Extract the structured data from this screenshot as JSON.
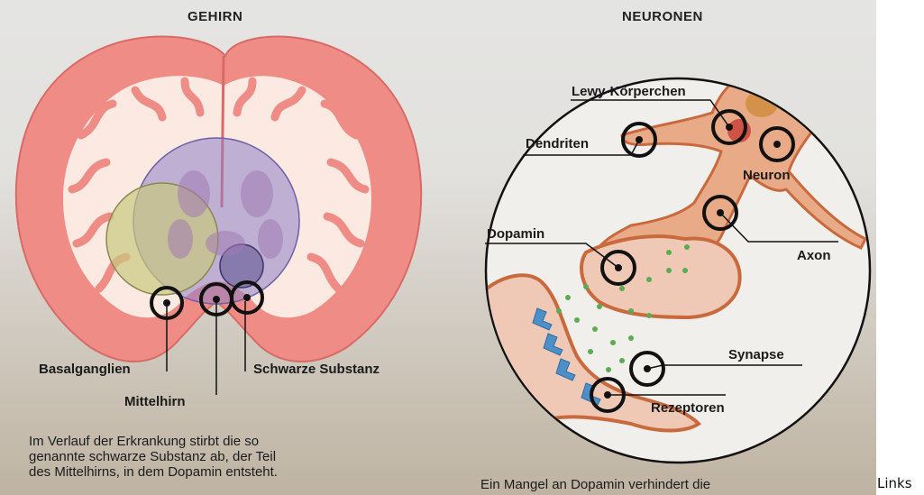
{
  "brain": {
    "heading": "GEHIRN",
    "labels": {
      "basalganglien": "Basalganglien",
      "mittelhirn": "Mittelhirn",
      "schwarze_substanz": "Schwarze Substanz"
    },
    "caption": [
      "Im Verlauf der Erkrankung stirbt die so",
      "genannte schwarze Substanz ab, der Teil",
      "des Mittelhirns, in dem Dopamin entsteht."
    ]
  },
  "neurons": {
    "heading": "NEURONEN",
    "labels": {
      "lewy": "Lewy-Körperchen",
      "dendriten": "Dendriten",
      "neuron": "Neuron",
      "axon": "Axon",
      "dopamin": "Dopamin",
      "synapse": "Synapse",
      "rezeptoren": "Rezeptoren"
    },
    "caption": "Ein Mangel an Dopamin verhindert die"
  },
  "trailing_text": "Links",
  "colors": {
    "cortex": "#ef8c86",
    "white_matter": "#fbe9e2",
    "circle_purple": "#8e7fc6",
    "circle_yellow": "#c9c87f",
    "neuron_body": "#e9ab87",
    "neuron_outline": "#c96a3e",
    "dopamine_dot": "#5cab52",
    "receptor": "#4c8fc9"
  }
}
